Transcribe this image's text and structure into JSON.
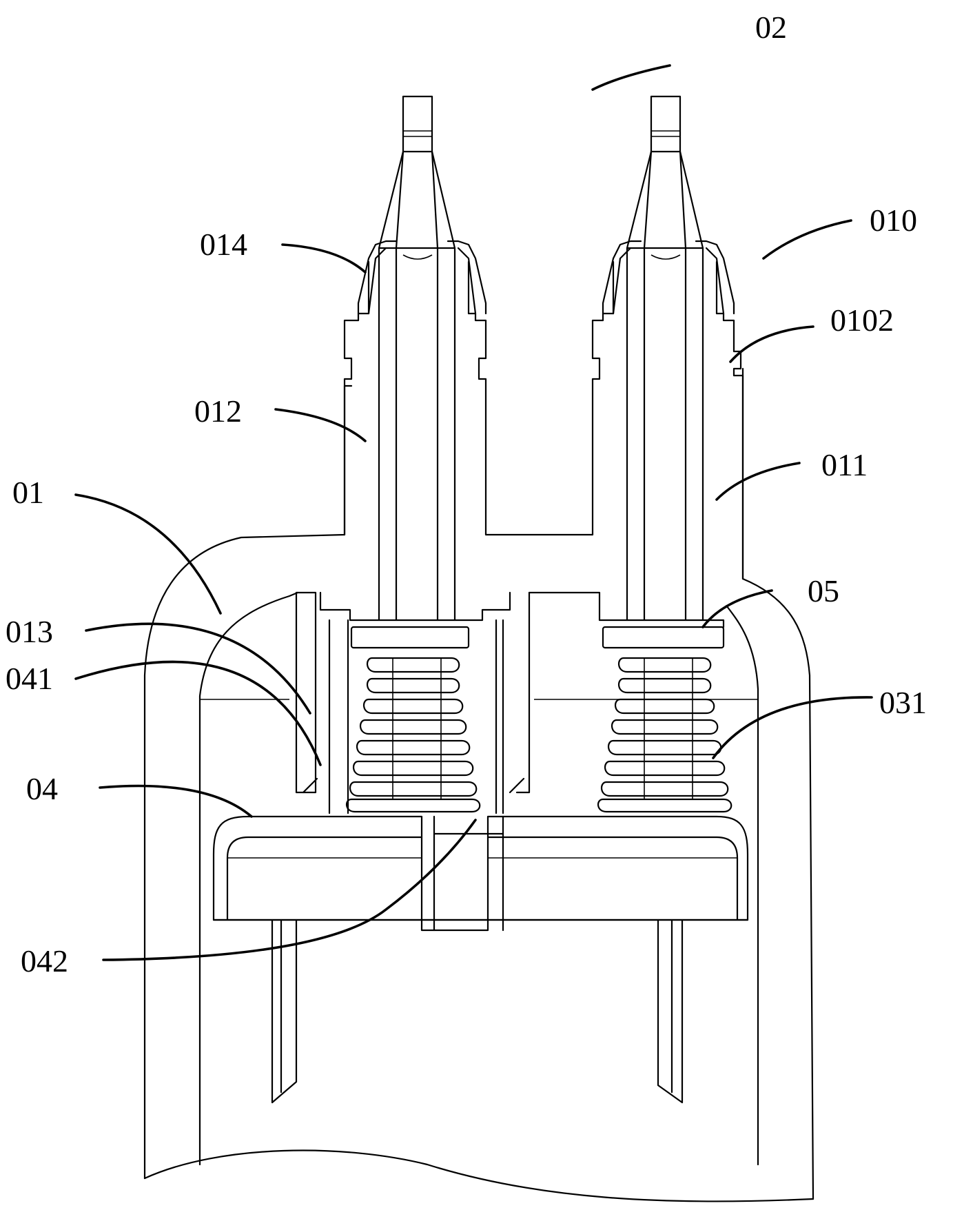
{
  "figure": {
    "type": "technical cross-section drawing",
    "stroke_color": "#000000",
    "background_color": "#ffffff",
    "labels": {
      "l02": "02",
      "l010": "010",
      "l014": "014",
      "l0102": "0102",
      "l012": "012",
      "l011": "011",
      "l01": "01",
      "l05": "05",
      "l013": "013",
      "l041": "041",
      "l031": "031",
      "l04": "04",
      "l042": "042"
    }
  }
}
